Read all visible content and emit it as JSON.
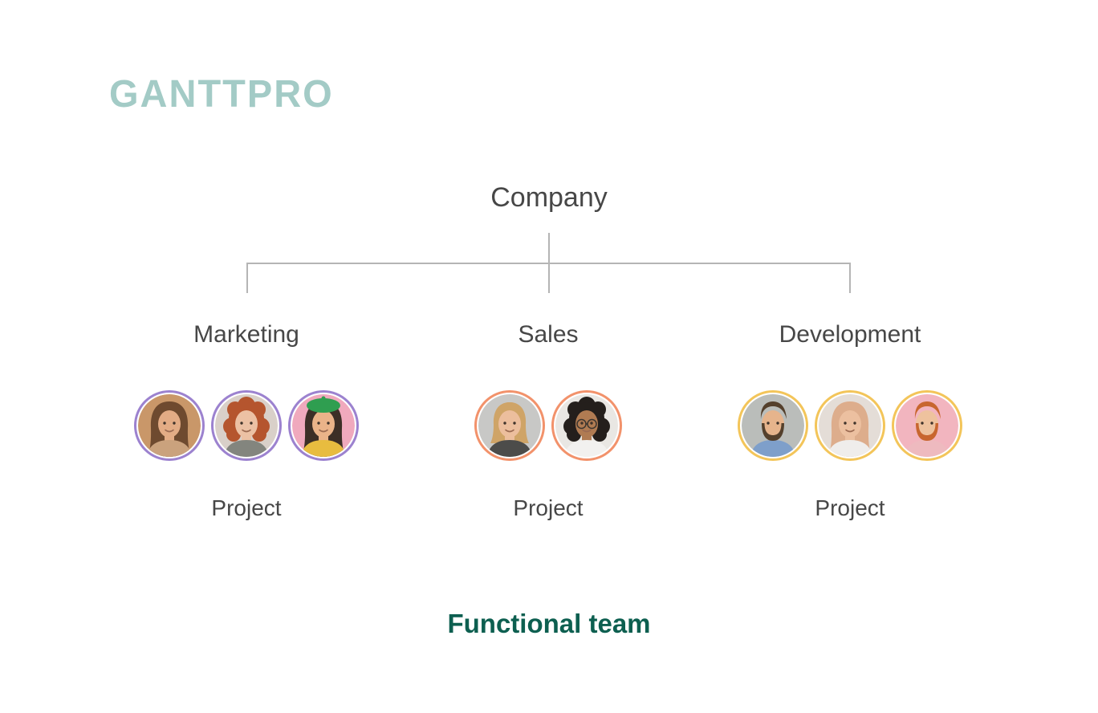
{
  "brand": {
    "logo_text": "GANTTPRO",
    "logo_color": "#a3cbc6"
  },
  "org_chart": {
    "root_label": "Company",
    "line_color": "#b5b5b5",
    "caption": "Functional team",
    "caption_color": "#0d5f50",
    "text_color": "#474747",
    "teams": [
      {
        "label": "Marketing",
        "project_label": "Project",
        "ring_color": "#9c82cf",
        "members": [
          {
            "icon": "avatar-woman-long-brown-hair",
            "bg": "#c99769",
            "skin": "#e3ac85",
            "hair": "#6e4a2f",
            "shirt": "#caa27d",
            "hair_type": "long"
          },
          {
            "icon": "avatar-woman-curly-red-hair",
            "bg": "#d9d0c9",
            "skin": "#ecc1a4",
            "hair": "#b5552e",
            "shirt": "#83857e",
            "hair_type": "curly"
          },
          {
            "icon": "avatar-woman-green-beret",
            "bg": "#f0a9bd",
            "skin": "#eab389",
            "hair": "#3c2e26",
            "shirt": "#e8bc3f",
            "hair_type": "long",
            "hat": "#2f9e50"
          }
        ]
      },
      {
        "label": "Sales",
        "project_label": "Project",
        "ring_color": "#f2926b",
        "members": [
          {
            "icon": "avatar-woman-blonde-bob",
            "bg": "#c8c8c6",
            "skin": "#ecbe9d",
            "hair": "#cfa467",
            "shirt": "#4c4c4a",
            "hair_type": "bob"
          },
          {
            "icon": "avatar-woman-afro-glasses",
            "bg": "#e9e7e3",
            "skin": "#b07b52",
            "hair": "#241f1c",
            "shirt": "#f2f1ef",
            "hair_type": "curly",
            "glasses": true
          }
        ]
      },
      {
        "label": "Development",
        "project_label": "Project",
        "ring_color": "#f3c55a",
        "members": [
          {
            "icon": "avatar-man-beard-blue-shirt",
            "bg": "#babdba",
            "skin": "#e6b48c",
            "hair": "#54402c",
            "shirt": "#7e9fca",
            "hair_type": "short",
            "beard": true
          },
          {
            "icon": "avatar-woman-blonde-pink-hair",
            "bg": "#e4ddd7",
            "skin": "#ecc0a0",
            "hair": "#ddad8c",
            "shirt": "#efedeb",
            "hair_type": "long"
          },
          {
            "icon": "avatar-man-red-hair",
            "bg": "#f2b5bf",
            "skin": "#eec29e",
            "hair": "#c8662f",
            "shirt": "#eebabf",
            "hair_type": "short",
            "beard": true
          }
        ]
      }
    ]
  }
}
